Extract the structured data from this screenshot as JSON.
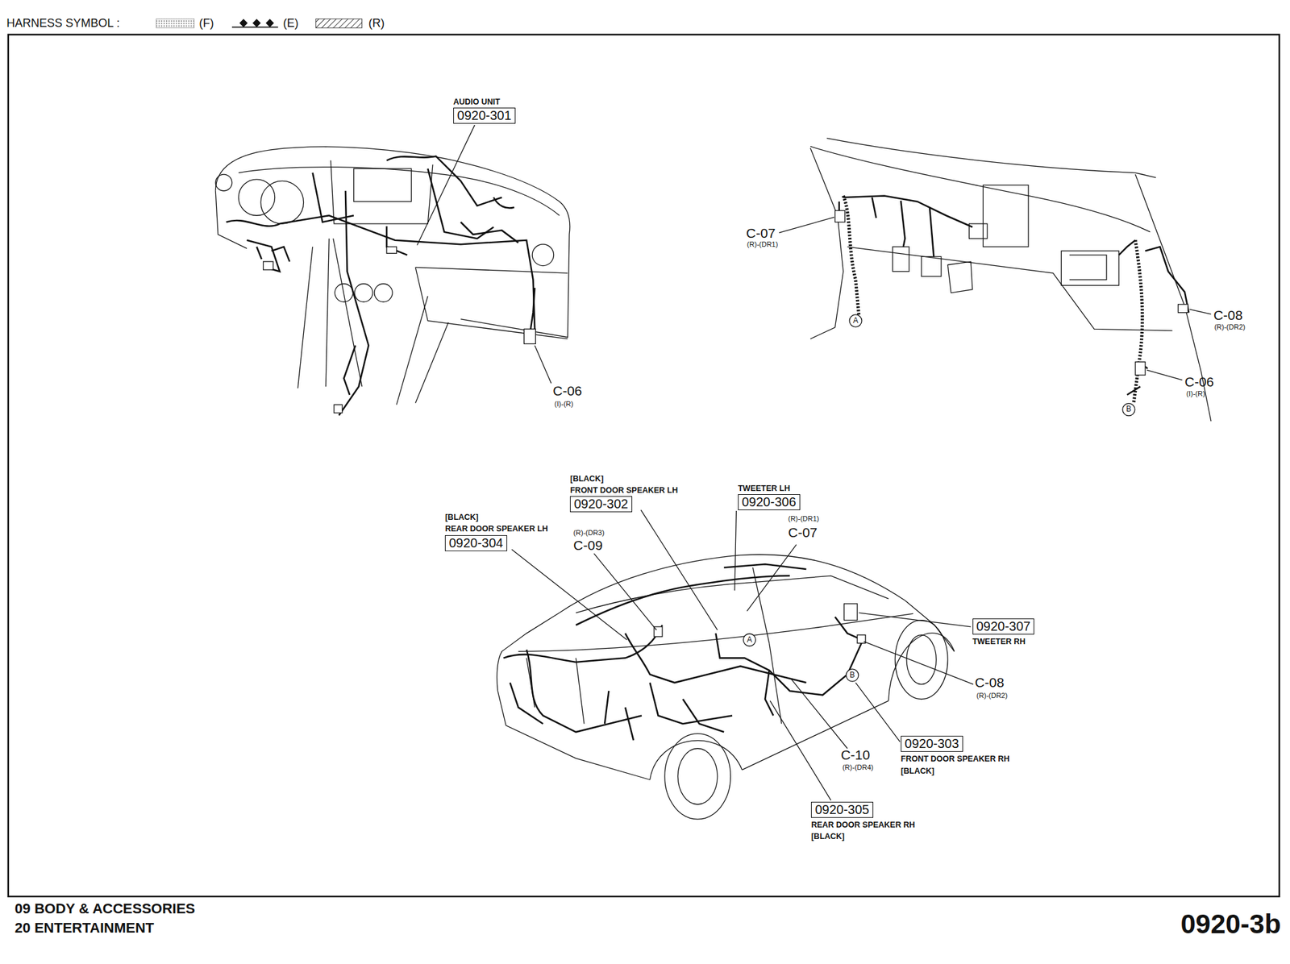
{
  "diagram": {
    "nodes": [
      {
        "text": [
          "AUDIO UNIT",
          "0920-301"
        ]
      },
      {
        "text": [
          "[BLACK]",
          "FRONT DOOR SPEAKER LH",
          "0920-302"
        ]
      },
      {
        "text": [
          "TWEETER LH",
          "0920-306"
        ]
      },
      {
        "text": [
          "[BLACK]",
          "REAR DOOR SPEAKER LH",
          "0920-304"
        ]
      },
      {
        "text": [
          "0920-307",
          "TWEETER RH"
        ]
      },
      {
        "text": [
          "0920-303",
          "FRONT DOOR SPEAKER RH",
          "[BLACK]"
        ]
      },
      {
        "text": [
          "0920-305",
          "REAR DOOR SPEAKER RH",
          "[BLACK]"
        ]
      }
    ],
    "edges": [],
    "labels": [
      "HARNESS SYMBOL :",
      "C-06",
      "(I)-(R)",
      "C-07",
      "(R)-(DR1)",
      "C-08",
      "(R)-(DR2)",
      "C-06",
      "(I)-(R)",
      "A",
      "B",
      "(R)-(DR3)",
      "C-09",
      "(R)-(DR1)",
      "C-07",
      "A",
      "B",
      "C-08",
      "(R)-(DR2)",
      "C-10",
      "(R)-(DR4)",
      "09 BODY & ACCESSORIES",
      "20 ENTERTAINMENT",
      "0920-3b"
    ],
    "legend": [
      {
        "text": "(F)"
      },
      {
        "text": "(E)"
      },
      {
        "text": "(R)"
      }
    ]
  }
}
